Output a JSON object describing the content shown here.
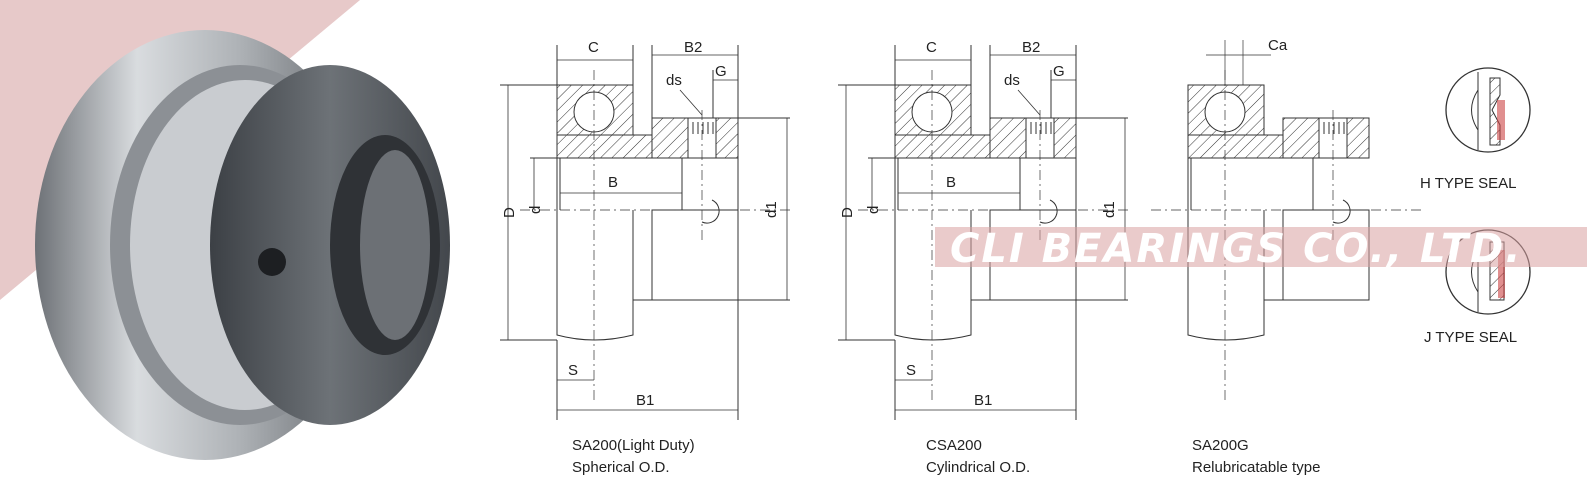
{
  "logo": {
    "text": "CLI"
  },
  "watermark": {
    "text": "CLI BEARINGS CO., LTD."
  },
  "colors": {
    "band": "#e7c9c9",
    "line": "#333333",
    "steel": "#9a9ea3",
    "collar": "#55595e"
  },
  "diagrams": [
    {
      "model": "SA200(Light Duty)",
      "description": "Spherical O.D.",
      "labels": {
        "C": "C",
        "B2": "B2",
        "G": "G",
        "ds": "ds",
        "B": "B",
        "D": "D",
        "d": "d",
        "d1": "d1",
        "S": "S",
        "B1": "B1"
      }
    },
    {
      "model": "CSA200",
      "description": "Cylindrical O.D.",
      "labels": {
        "C": "C",
        "B2": "B2",
        "G": "G",
        "ds": "ds",
        "B": "B",
        "D": "D",
        "d": "d",
        "d1": "d1",
        "S": "S",
        "B1": "B1"
      }
    },
    {
      "model": "SA200G",
      "description": "Relubricatable type",
      "labels": {
        "Ca": "Ca"
      }
    }
  ],
  "seals": [
    {
      "label": "H TYPE SEAL"
    },
    {
      "label": "J TYPE SEAL"
    }
  ]
}
